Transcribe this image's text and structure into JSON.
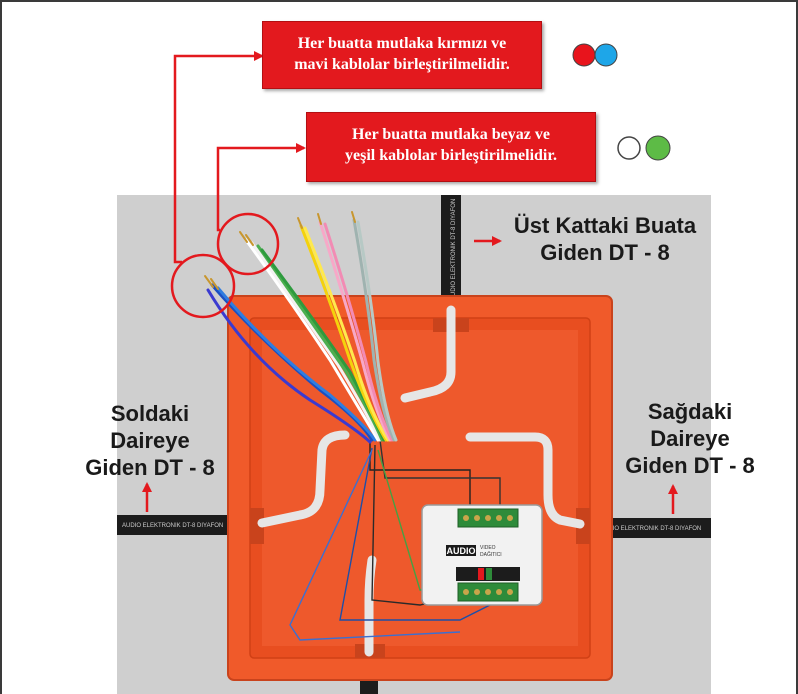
{
  "callouts": {
    "red_blue": {
      "line1": "Her buatta mutlaka kırmızı ve",
      "line2": "mavi kablolar birleştirilmelidir.",
      "dot_colors": [
        "#e8141c",
        "#1ea6e8"
      ]
    },
    "white_green": {
      "line1": "Her buatta mutlaka beyaz ve",
      "line2": "yeşil kablolar birleştirilmelidir.",
      "dot_colors": [
        "#ffffff",
        "#5dbb46"
      ]
    }
  },
  "labels": {
    "top": {
      "line1": "Üst Kattaki Buata",
      "line2": "Giden DT - 8"
    },
    "left": {
      "line1": "Soldaki",
      "line2": "Daireye",
      "line3": "Giden DT - 8"
    },
    "right": {
      "line1": "Sağdaki",
      "line2": "Daireye",
      "line3": "Giden DT - 8"
    }
  },
  "module": {
    "brand": "AUDIO",
    "caption_line1": "VIDEO",
    "caption_line2": "DAĞITICI"
  },
  "cable_print": "AUDIO ELEKTRONIK DT-8 DIYAFON",
  "colors": {
    "accent_red": "#e3191e",
    "box_orange": "#f05a2a",
    "cable_black": "#1c1c1c",
    "background_gray": "#cfcfcf"
  }
}
